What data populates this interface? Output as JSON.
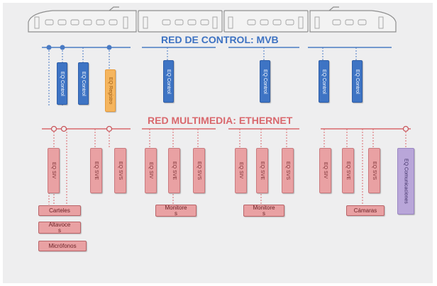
{
  "train": {
    "illustration": "train-icon"
  },
  "control_network": {
    "title": "RED DE CONTROL: MVB",
    "color": "#3d72c2",
    "units": [
      "EQ Control",
      "EQ Control",
      "EQ Registro",
      "EQ Control",
      "EQ Control",
      "EQ Control",
      "EQ Control"
    ]
  },
  "multimedia_network": {
    "title": "RED MULTIMEDIA: ETHERNET",
    "color": "#d9686d",
    "units": [
      "EQ SIV",
      "EQ SVE",
      "EQ SVS",
      "EQ SIV",
      "EQ SVE",
      "EQ SVS",
      "EQ SIV",
      "EQ SVE",
      "EQ SVS",
      "EQ SIV",
      "EQ SVE",
      "EQ SVS",
      "EQ Comunicaciones"
    ]
  },
  "devices": {
    "carteles": "Carteles",
    "altavoces": "Altavoce\ns",
    "microfonos": "Micrófonos",
    "monitores_1": "Monitore\ns",
    "monitores_2": "Monitore\ns",
    "camaras": "Cámaras"
  }
}
